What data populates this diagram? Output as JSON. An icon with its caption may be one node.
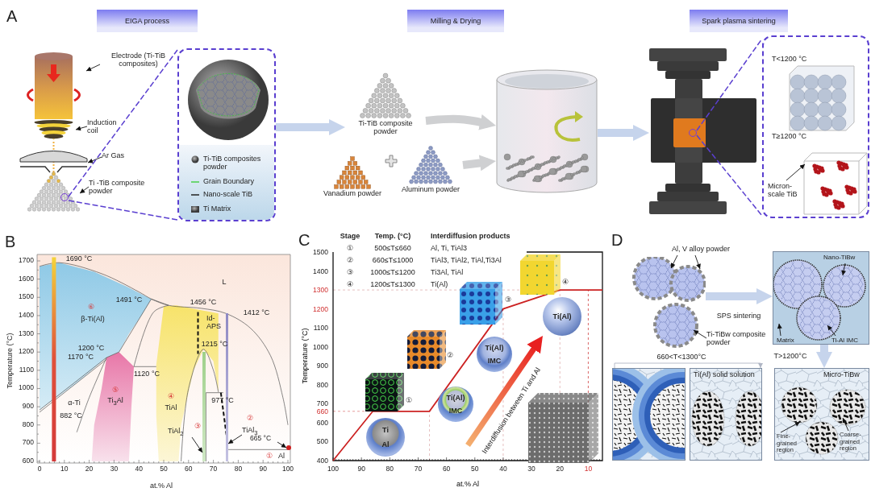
{
  "diagram": {
    "nodes": [
      {
        "text": [
          "EIGA process"
        ]
      },
      {
        "text": [
          "Milling & Drying"
        ]
      },
      {
        "text": [
          "Spark plasma sintering"
        ]
      },
      {
        "text": [
          "Electrode (Ti-TiB composites)"
        ]
      },
      {
        "text": [
          "Induction coil"
        ]
      },
      {
        "text": [
          "Ar Gas"
        ]
      },
      {
        "text": [
          "Ti -TiB composite powder"
        ]
      },
      {
        "text": [],
        "shape": "box"
      },
      {
        "text": [
          "Ti-TiB composite powder"
        ]
      },
      {
        "text": [
          "Vanadium powder"
        ]
      },
      {
        "text": [
          "Aluminum powder"
        ]
      },
      {
        "text": [],
        "shape": "picture"
      },
      {
        "text": [],
        "shape": "picture"
      },
      {
        "text": [
          "T<1200 °C",
          "T≥1200 °C"
        ]
      },
      {
        "text": [
          "Micron-scale TiB"
        ],
        "in": 13
      },
      {
        "text": [
          "TiAl$_{2}$"
        ]
      },
      {
        "text": [
          "TiAl$_{3}$"
        ]
      },
      {
        "text": [
          "665 °C"
        ]
      },
      {
        "text": [
          "Ti",
          "Al"
        ]
      },
      {
        "text": [
          "Ti(Al)",
          "IMC"
        ]
      },
      {
        "text": [
          "Ti(Al)",
          "IMC"
        ]
      },
      {
        "text": [
          "Ti(Al)"
        ]
      },
      {
        "text": [
          "Al, V alloy powder"
        ]
      },
      {
        "text": [],
        "shape": "picture"
      },
      {
        "text": [
          "Ti-TiBw composite powder"
        ]
      },
      {
        "text": [],
        "shape": "box"
      },
      {
        "text": [
          "Nano-TiBw"
        ],
        "in": 25
      },
      {
        "text": [
          "Matrix"
        ],
        "in": 25
      },
      {
        "text": [
          "Ti-Al IMC"
        ],
        "in": 25
      },
      {
        "text": [],
        "shape": "box"
      },
      {
        "text": [
          "Ti(Al) solid solution"
        ]
      },
      {
        "text": [
          "Micro-TiBw"
        ]
      },
      {
        "text": [
          "Fine-grained region"
        ],
        "in": 31
      },
      {
        "text": [
          "Coarse-grained region"
        ],
        "in": 31
      },
      {
        "text": [],
        "shape": "picture"
      },
      {
        "text": [],
        "shape": "picture"
      },
      {
        "text": [],
        "shape": "picture"
      },
      {
        "text": [],
        "shape": "picture"
      },
      {
        "text": [],
        "shape": "circle",
        "in": 37
      },
      {
        "text": [],
        "shape": "circle",
        "in": 12
      },
      {
        "text": [],
        "shape": "bar"
      },
      {
        "text": [],
        "shape": "circle"
      },
      {
        "text": [],
        "shape": "bar"
      }
    ],
    "edges": [
      {
        "from": 7,
        "to": 8,
        "arrow": "to",
        "style": "thick",
        "color": "#c6d4ec"
      },
      {
        "from": 8,
        "to": 11,
        "arrow": "to",
        "style": "thick",
        "color": "#cfd0d2"
      },
      {
        "from": 10,
        "to": 11,
        "arrow": "to",
        "style": "thick",
        "color": "#cfd0d2"
      },
      {
        "from": 11,
        "to": 12,
        "arrow": "to",
        "style": "thick",
        "color": "#c6d4ec"
      },
      {
        "from": 3,
        "to": 34,
        "arrow": "to"
      },
      {
        "from": 4,
        "to": 35,
        "arrow": "to"
      },
      {
        "from": 5,
        "to": 36,
        "arrow": "to"
      },
      {
        "from": 6,
        "to": 37,
        "arrow": "to"
      },
      {
        "from": 14,
        "to": null,
        "arrow": "to"
      },
      {
        "from": 15,
        "to": 40,
        "arrow": "to"
      },
      {
        "from": 16,
        "to": 42,
        "arrow": "to"
      },
      {
        "from": 17,
        "to": 41,
        "arrow": "to"
      },
      {
        "from": 22,
        "to": null,
        "arrow": "to"
      },
      {
        "from": 22,
        "to": null,
        "arrow": "to"
      },
      {
        "from": 24,
        "to": null,
        "arrow": "to"
      },
      {
        "from": 23,
        "to": 25,
        "arrow": "to",
        "label": "SPS sintering",
        "style": "thick",
        "color": "#c6d4ec"
      },
      {
        "from": 26,
        "to": null,
        "arrow": "to"
      },
      {
        "from": 27,
        "to": null,
        "arrow": "to"
      },
      {
        "from": 28,
        "to": null,
        "arrow": "to"
      },
      {
        "from": 25,
        "to": 31,
        "arrow": "to",
        "label": "T>1200°C",
        "style": "thick",
        "color": "#c6d4ec"
      },
      {
        "from": 32,
        "to": null,
        "arrow": "to"
      },
      {
        "from": 33,
        "to": null,
        "arrow": "to"
      },
      {
        "from": 38,
        "to": 7,
        "arrow": "none",
        "style": "dashed",
        "color": "#5a3fd0"
      },
      {
        "from": 38,
        "to": 7,
        "arrow": "none",
        "style": "dashed",
        "color": "#5a3fd0"
      },
      {
        "from": 39,
        "to": 13,
        "arrow": "none",
        "style": "dashed",
        "color": "#5a3fd0"
      },
      {
        "from": 39,
        "to": 13,
        "arrow": "none",
        "style": "dashed",
        "color": "#5a3fd0"
      },
      {
        "from": 29,
        "to": 30,
        "arrow": "to",
        "label": "660<T<1300°C",
        "color": "#b0b6c4"
      },
      {
        "from": null,
        "to": 21,
        "arrow": "to",
        "label": "Interdiffusion between Ti and Al",
        "style": "thick",
        "color": "#e82020"
      }
    ],
    "labels": [
      "A",
      "B",
      "1700",
      "1600",
      "1500",
      "1400",
      "1300",
      "1200",
      "1100",
      "1000",
      "900",
      "800",
      "700",
      "600",
      "Temperature (°C)",
      "0",
      "10",
      "20",
      "30",
      "40",
      "50",
      "60",
      "70",
      "80",
      "90",
      "100",
      "at.% Al",
      "1690 °C",
      "L",
      "1491 °C",
      "⑥",
      "β-Ti(Al)",
      "1456 °C",
      "1412 °C",
      "Id-APS",
      "1215 °C",
      "1200 °C",
      "1170 °C",
      "1120 °C",
      "⑤",
      "Ti$_{3}$Al",
      "④",
      "TiAl",
      "977 °C",
      "α-Ti",
      "882 °C",
      "③",
      "②",
      "①",
      "Al",
      "C",
      "Stage",
      "Temp. (°C)",
      "Interdiffusion products",
      "①",
      "500≤T≤660",
      "Al, Ti, TiAl3",
      "②",
      "660≤T≤1000",
      "TiAl3, TiAl2, TiAl,Ti3Al",
      "③",
      "1000≤T≤1200",
      "Ti3Al, TiAl",
      "④",
      "1200≤T≤1300",
      "Ti(Al)",
      "①",
      "②",
      "③",
      "④",
      "D"
    ],
    "legend": [
      {
        "text": "Ti-TiB composites powder"
      },
      {
        "text": "Grain Boundary"
      },
      {
        "text": "Nano-scale TiB"
      },
      {
        "text": "Ti Matrix"
      }
    ],
    "chart_data": {
      "type": "line",
      "xlabel": "at.% Al",
      "ylabel": "Temperature (°C)",
      "x": [
        100,
        86,
        66,
        40,
        20,
        5
      ],
      "series": [
        {
          "color": "#cc2222",
          "values": [
            400,
            660,
            660,
            1200,
            1300,
            1300
          ]
        }
      ],
      "xlim": [
        100,
        5
      ],
      "ylim": [
        400,
        1500
      ],
      "xticks": [
        100,
        90,
        80,
        70,
        60,
        50,
        40,
        30,
        20,
        10
      ],
      "yticks": [
        400,
        500,
        600,
        660,
        700,
        800,
        900,
        1000,
        1100,
        1200,
        1300,
        1400,
        1500
      ],
      "ref_lines": [
        {
          "axis": "y",
          "value": 660,
          "color": "#e08080"
        },
        {
          "axis": "y",
          "value": 1300,
          "color": "#e0b0b0"
        },
        {
          "axis": "x",
          "value": 66,
          "color": "#e0b0b0"
        },
        {
          "axis": "x",
          "value": 40,
          "color": "#e0b0b0"
        },
        {
          "axis": "x",
          "value": 20,
          "color": "#e0b0b0"
        },
        {
          "axis": "x",
          "value": 10,
          "color": "#d04040"
        }
      ]
    }
  }
}
